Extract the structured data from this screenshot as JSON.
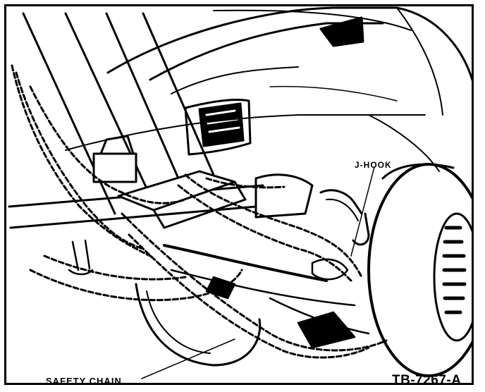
{
  "labels": {
    "j_hook": "J-HOOK",
    "safety_chain": "SAFETY CHAIN",
    "figure_code": "TB-7267-A"
  },
  "colors": {
    "ink": "#000000",
    "paper": "#ffffff"
  }
}
